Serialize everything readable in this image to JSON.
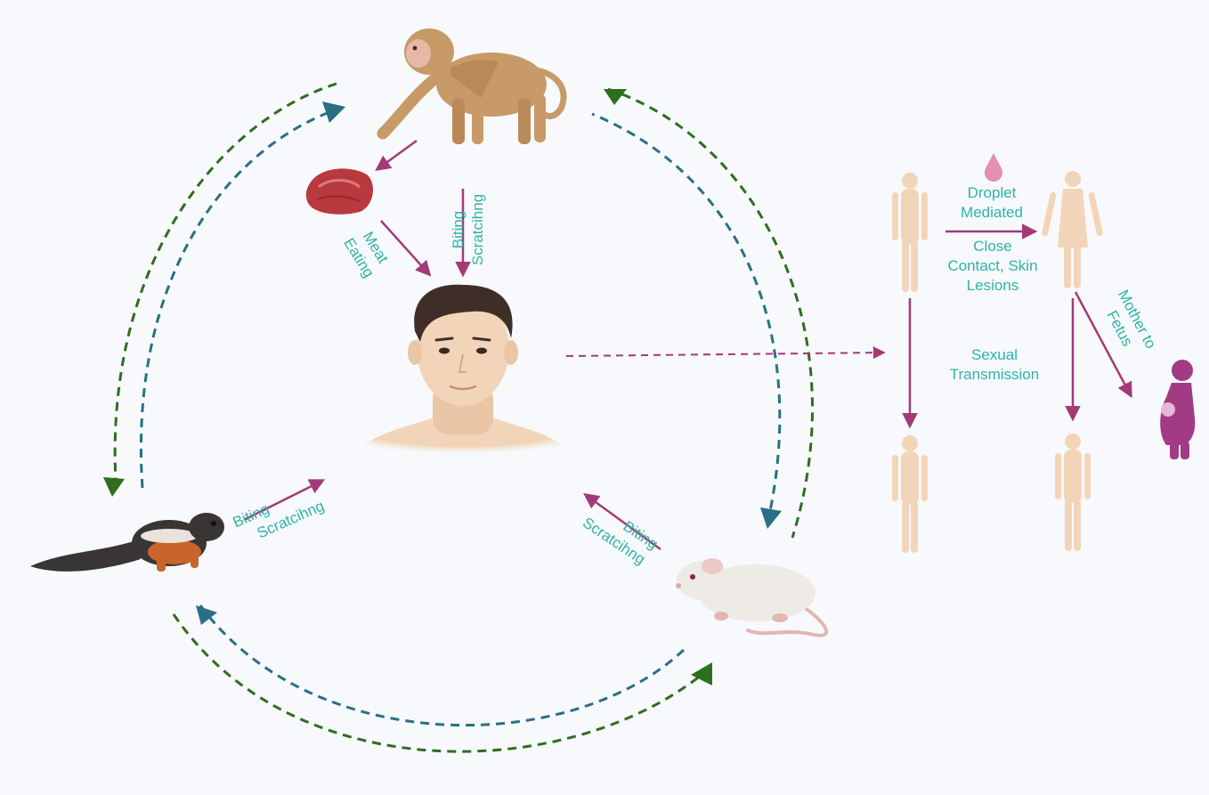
{
  "labels": {
    "meat": "Meat",
    "eating": "Eating",
    "biting_top": "Biting",
    "scratching_top": "Scratcihng",
    "biting_left": "Biting",
    "scratching_left": "Scratcihng",
    "biting_right": "Biting",
    "scratching_right": "Scratcihng",
    "droplet_1": "Droplet",
    "droplet_2": "Mediated",
    "close_1": "Close",
    "close_2": "Contact, Skin",
    "close_3": "Lesions",
    "sexual_1": "Sexual",
    "sexual_2": "Transmission",
    "mother_1": "Mother to",
    "mother_2": "Fetus"
  },
  "colors": {
    "green": "#2e6e1f",
    "blue": "#2a6f86",
    "magenta": "#a33a78",
    "label": "#2fb3a6",
    "skin": "#f2d5b8",
    "meat": "#b83a3e",
    "monkey": "#c79a68",
    "squirrel": "#3a3535",
    "mouse": "#eeeae6",
    "pregnant": "#a33a86"
  },
  "icons": [
    "monkey-icon",
    "meat-icon",
    "human-head-icon",
    "squirrel-icon",
    "mouse-icon",
    "human-figure-icon",
    "droplet-icon",
    "pregnant-woman-icon"
  ]
}
